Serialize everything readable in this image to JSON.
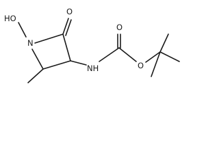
{
  "molecule": {
    "atoms": {
      "hydroxyl": "HO",
      "ring_nitrogen": "N",
      "ring_carbonyl_oxygen": "O",
      "amide_nitrogen_h": "NH",
      "carbamate_carbonyl_oxygen": "O",
      "ester_oxygen": "O"
    }
  }
}
